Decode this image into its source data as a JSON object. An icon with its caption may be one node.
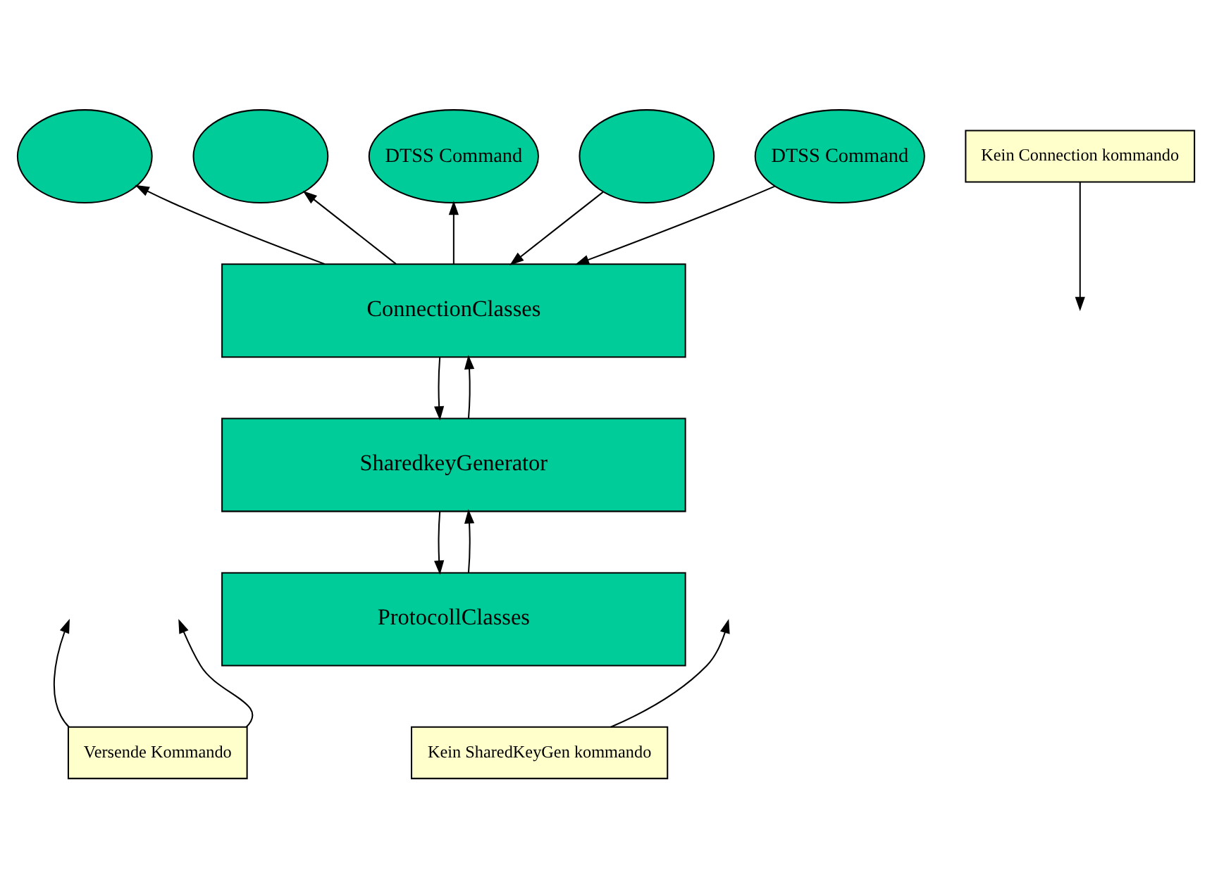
{
  "diagram": {
    "nodes": [
      {
        "text": [],
        "shape": "ellipse"
      },
      {
        "text": [],
        "shape": "ellipse"
      },
      {
        "text": [
          "DTSS Command"
        ]
      },
      {
        "text": [],
        "shape": "ellipse"
      },
      {
        "text": [
          "DTSS Command"
        ]
      },
      {
        "text": [
          "Kein Connection kommando"
        ]
      },
      {
        "text": [
          "ConnectionClasses"
        ]
      },
      {
        "text": [
          "SharedkeyGenerator"
        ]
      },
      {
        "text": [
          "ProtocollClasses"
        ]
      },
      {
        "text": [
          "Versende Kommando"
        ]
      },
      {
        "text": [
          "Kein SharedKeyGen kommando"
        ]
      }
    ],
    "edges": [
      {
        "from": 6,
        "to": 0,
        "arrow": "to"
      },
      {
        "from": 6,
        "to": 1,
        "arrow": "to"
      },
      {
        "from": 6,
        "to": 2,
        "arrow": "to"
      },
      {
        "from": 3,
        "to": 6,
        "arrow": "to"
      },
      {
        "from": 4,
        "to": 6,
        "arrow": "to"
      },
      {
        "from": 6,
        "to": 7,
        "arrow": "to"
      },
      {
        "from": 7,
        "to": 6,
        "arrow": "to"
      },
      {
        "from": 7,
        "to": 8,
        "arrow": "to"
      },
      {
        "from": 8,
        "to": 7,
        "arrow": "to"
      },
      {
        "from": 5,
        "to": null,
        "arrow": "to"
      },
      {
        "from": 9,
        "to": null,
        "arrow": "to"
      },
      {
        "from": 9,
        "to": null,
        "arrow": "to"
      },
      {
        "from": 10,
        "to": null,
        "arrow": "to"
      }
    ]
  }
}
